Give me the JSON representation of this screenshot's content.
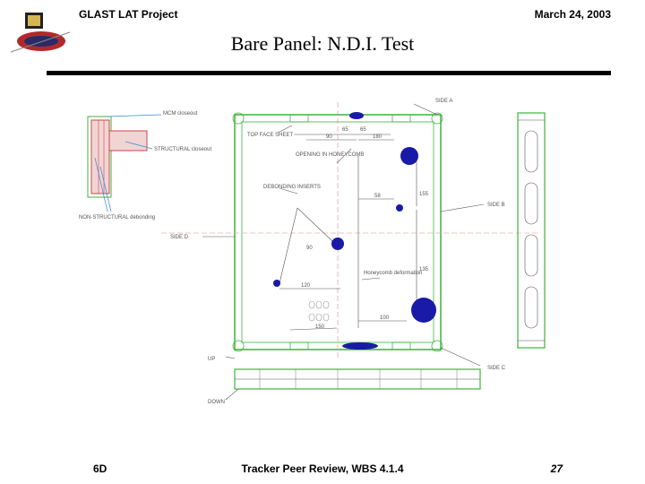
{
  "header": {
    "project": "GLAST LAT Project",
    "date": "March 24, 2003"
  },
  "slide": {
    "title": "Bare Panel: N.D.I. Test"
  },
  "drawing": {
    "labels": {
      "mcm_closeout": "MCM closeout",
      "top_face_sheet": "TOP FACE SHEET",
      "structural_closeout": "STRUCTURAL closeout",
      "non_structural": "NON-STRUCTURAL debonding",
      "opening_honeycomb": "OPENING IN HONEYCOMB",
      "debonding_inserts": "DEBONDING INSERTS",
      "side_a": "SIDE A",
      "side_b": "SIDE B",
      "side_c": "SIDE C",
      "side_d": "SIDE D",
      "honeycomb_deformation": "Honeycomb deformation",
      "up": "UP",
      "down": "DOWN"
    },
    "dims": {
      "d90": "90",
      "d65a": "65",
      "d65b": "65",
      "d180": "180",
      "d155": "155",
      "d120": "120",
      "d58": "58",
      "d135": "135",
      "d100": "100",
      "d150": "150",
      "d90b": "90"
    },
    "colors": {
      "panel": "#3cb43c",
      "defect": "#1a1aa8",
      "leader": "#3a8ad8",
      "dimension": "#d04040"
    }
  },
  "footer": {
    "slide_code": "6D",
    "review": "Tracker Peer Review, WBS 4.1.4",
    "page": "27"
  }
}
